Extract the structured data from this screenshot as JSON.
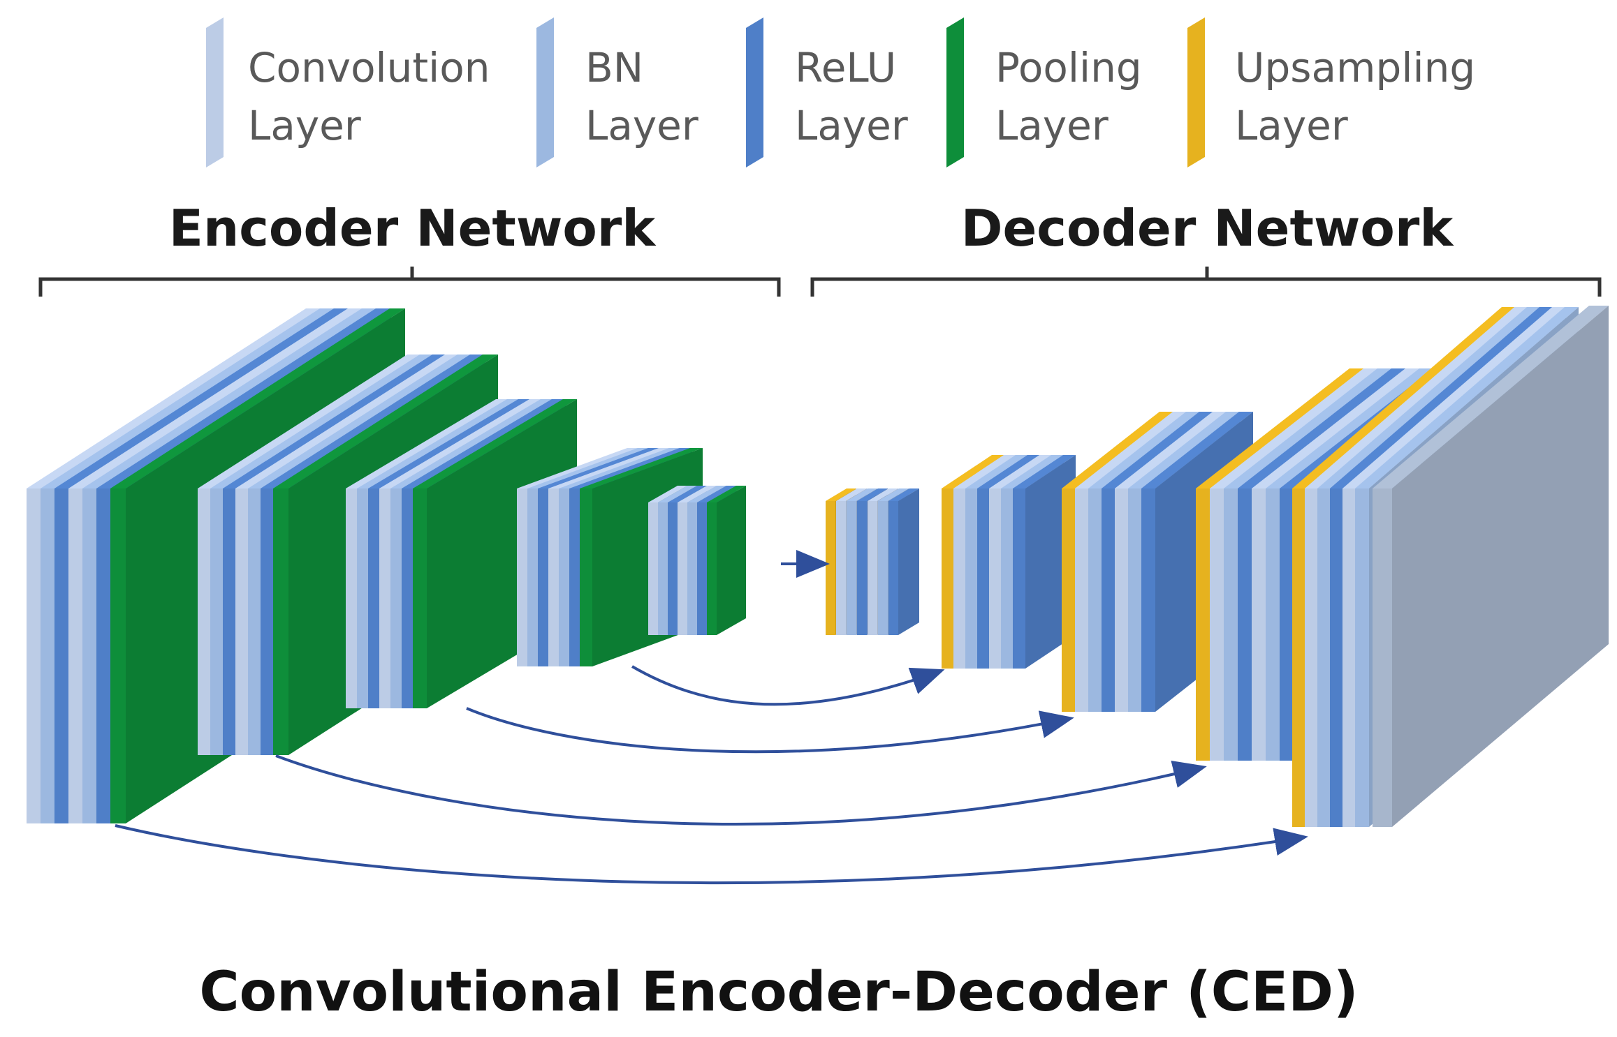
{
  "legend": [
    {
      "key": "conv",
      "line1": "Convolution",
      "line2": "Layer",
      "color": "#BCCCE6"
    },
    {
      "key": "bn",
      "line1": "BN",
      "line2": "Layer",
      "color": "#9CB8E0"
    },
    {
      "key": "relu",
      "line1": "ReLU",
      "line2": "Layer",
      "color": "#4F7FC8"
    },
    {
      "key": "pool",
      "line1": "Pooling",
      "line2": "Layer",
      "color": "#0E8E3A"
    },
    {
      "key": "up",
      "line1": "Upsampling",
      "line2": "Layer",
      "color": "#E6B21F"
    }
  ],
  "headings": {
    "encoder": "Encoder Network",
    "decoder": "Decoder Network"
  },
  "caption": "Convolutional Encoder-Decoder (CED)",
  "colors": {
    "output_block": "#A7B6CC",
    "arrow": "#2F4F9B",
    "bracket": "#333333"
  }
}
